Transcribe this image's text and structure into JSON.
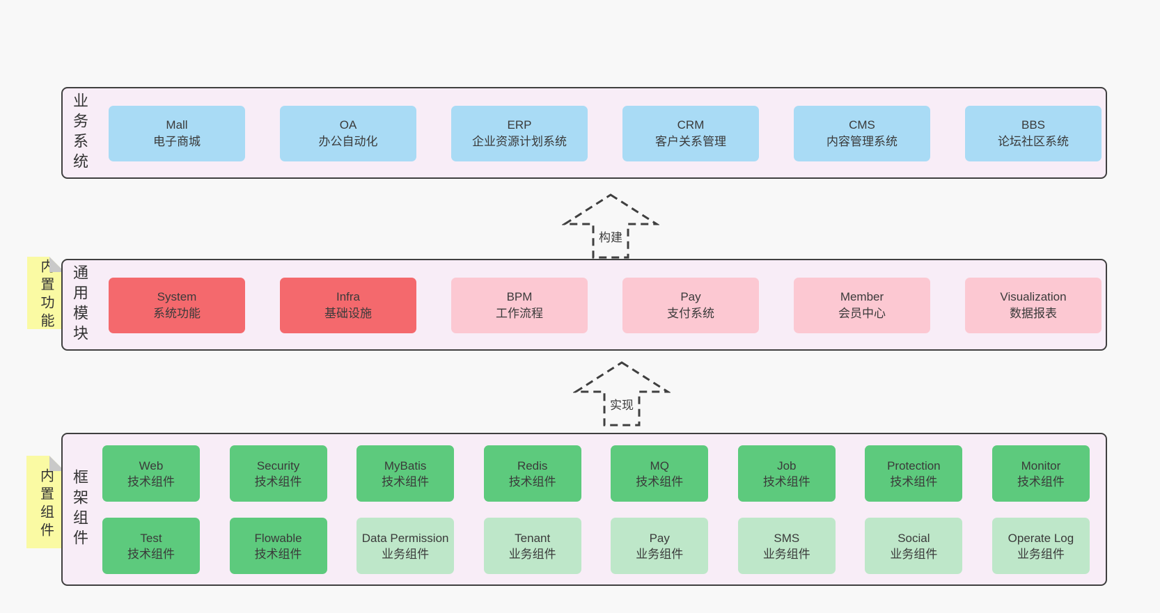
{
  "colors": {
    "background": "#f8f8f8",
    "band_fill": "#f8edf7",
    "band_border": "#3f3f3f",
    "blue_box": "#a9dbf5",
    "red_box": "#f4696d",
    "pink_box": "#fcc8d2",
    "green_box": "#5dca7d",
    "lightgreen_box": "#bee7c9",
    "sticky_yellow": "#fafaa3",
    "sticky_fold_gray": "#c9c9c9",
    "text": "#3a3a3a"
  },
  "bands": [
    {
      "id": "business-systems",
      "label": "业务系统",
      "boxes": [
        {
          "name": "Mall",
          "desc": "电子商城"
        },
        {
          "name": "OA",
          "desc": "办公自动化"
        },
        {
          "name": "ERP",
          "desc": "企业资源计划系统"
        },
        {
          "name": "CRM",
          "desc": "客户关系管理"
        },
        {
          "name": "CMS",
          "desc": "内容管理系统"
        },
        {
          "name": "BBS",
          "desc": "论坛社区系统"
        }
      ]
    },
    {
      "id": "common-modules",
      "label": "通用模块",
      "sticky": "内置功能",
      "boxes": [
        {
          "name": "System",
          "desc": "系统功能"
        },
        {
          "name": "Infra",
          "desc": "基础设施"
        },
        {
          "name": "BPM",
          "desc": "工作流程"
        },
        {
          "name": "Pay",
          "desc": "支付系统"
        },
        {
          "name": "Member",
          "desc": "会员中心"
        },
        {
          "name": "Visualization",
          "desc": "数据报表"
        }
      ]
    },
    {
      "id": "framework-components",
      "label": "框架组件",
      "sticky": "内置组件",
      "row1": [
        {
          "name": "Web",
          "desc": "技术组件"
        },
        {
          "name": "Security",
          "desc": "技术组件"
        },
        {
          "name": "MyBatis",
          "desc": "技术组件"
        },
        {
          "name": "Redis",
          "desc": "技术组件"
        },
        {
          "name": "MQ",
          "desc": "技术组件"
        },
        {
          "name": "Job",
          "desc": "技术组件"
        },
        {
          "name": "Protection",
          "desc": "技术组件"
        },
        {
          "name": "Monitor",
          "desc": "技术组件"
        }
      ],
      "row2": [
        {
          "name": "Test",
          "desc": "技术组件"
        },
        {
          "name": "Flowable",
          "desc": "技术组件"
        },
        {
          "name": "Data Permission",
          "desc": "业务组件"
        },
        {
          "name": "Tenant",
          "desc": "业务组件"
        },
        {
          "name": "Pay",
          "desc": "业务组件"
        },
        {
          "name": "SMS",
          "desc": "业务组件"
        },
        {
          "name": "Social",
          "desc": "业务组件"
        },
        {
          "name": "Operate Log",
          "desc": "业务组件"
        }
      ]
    }
  ],
  "arrows": [
    {
      "label": "构建"
    },
    {
      "label": "实现"
    }
  ]
}
